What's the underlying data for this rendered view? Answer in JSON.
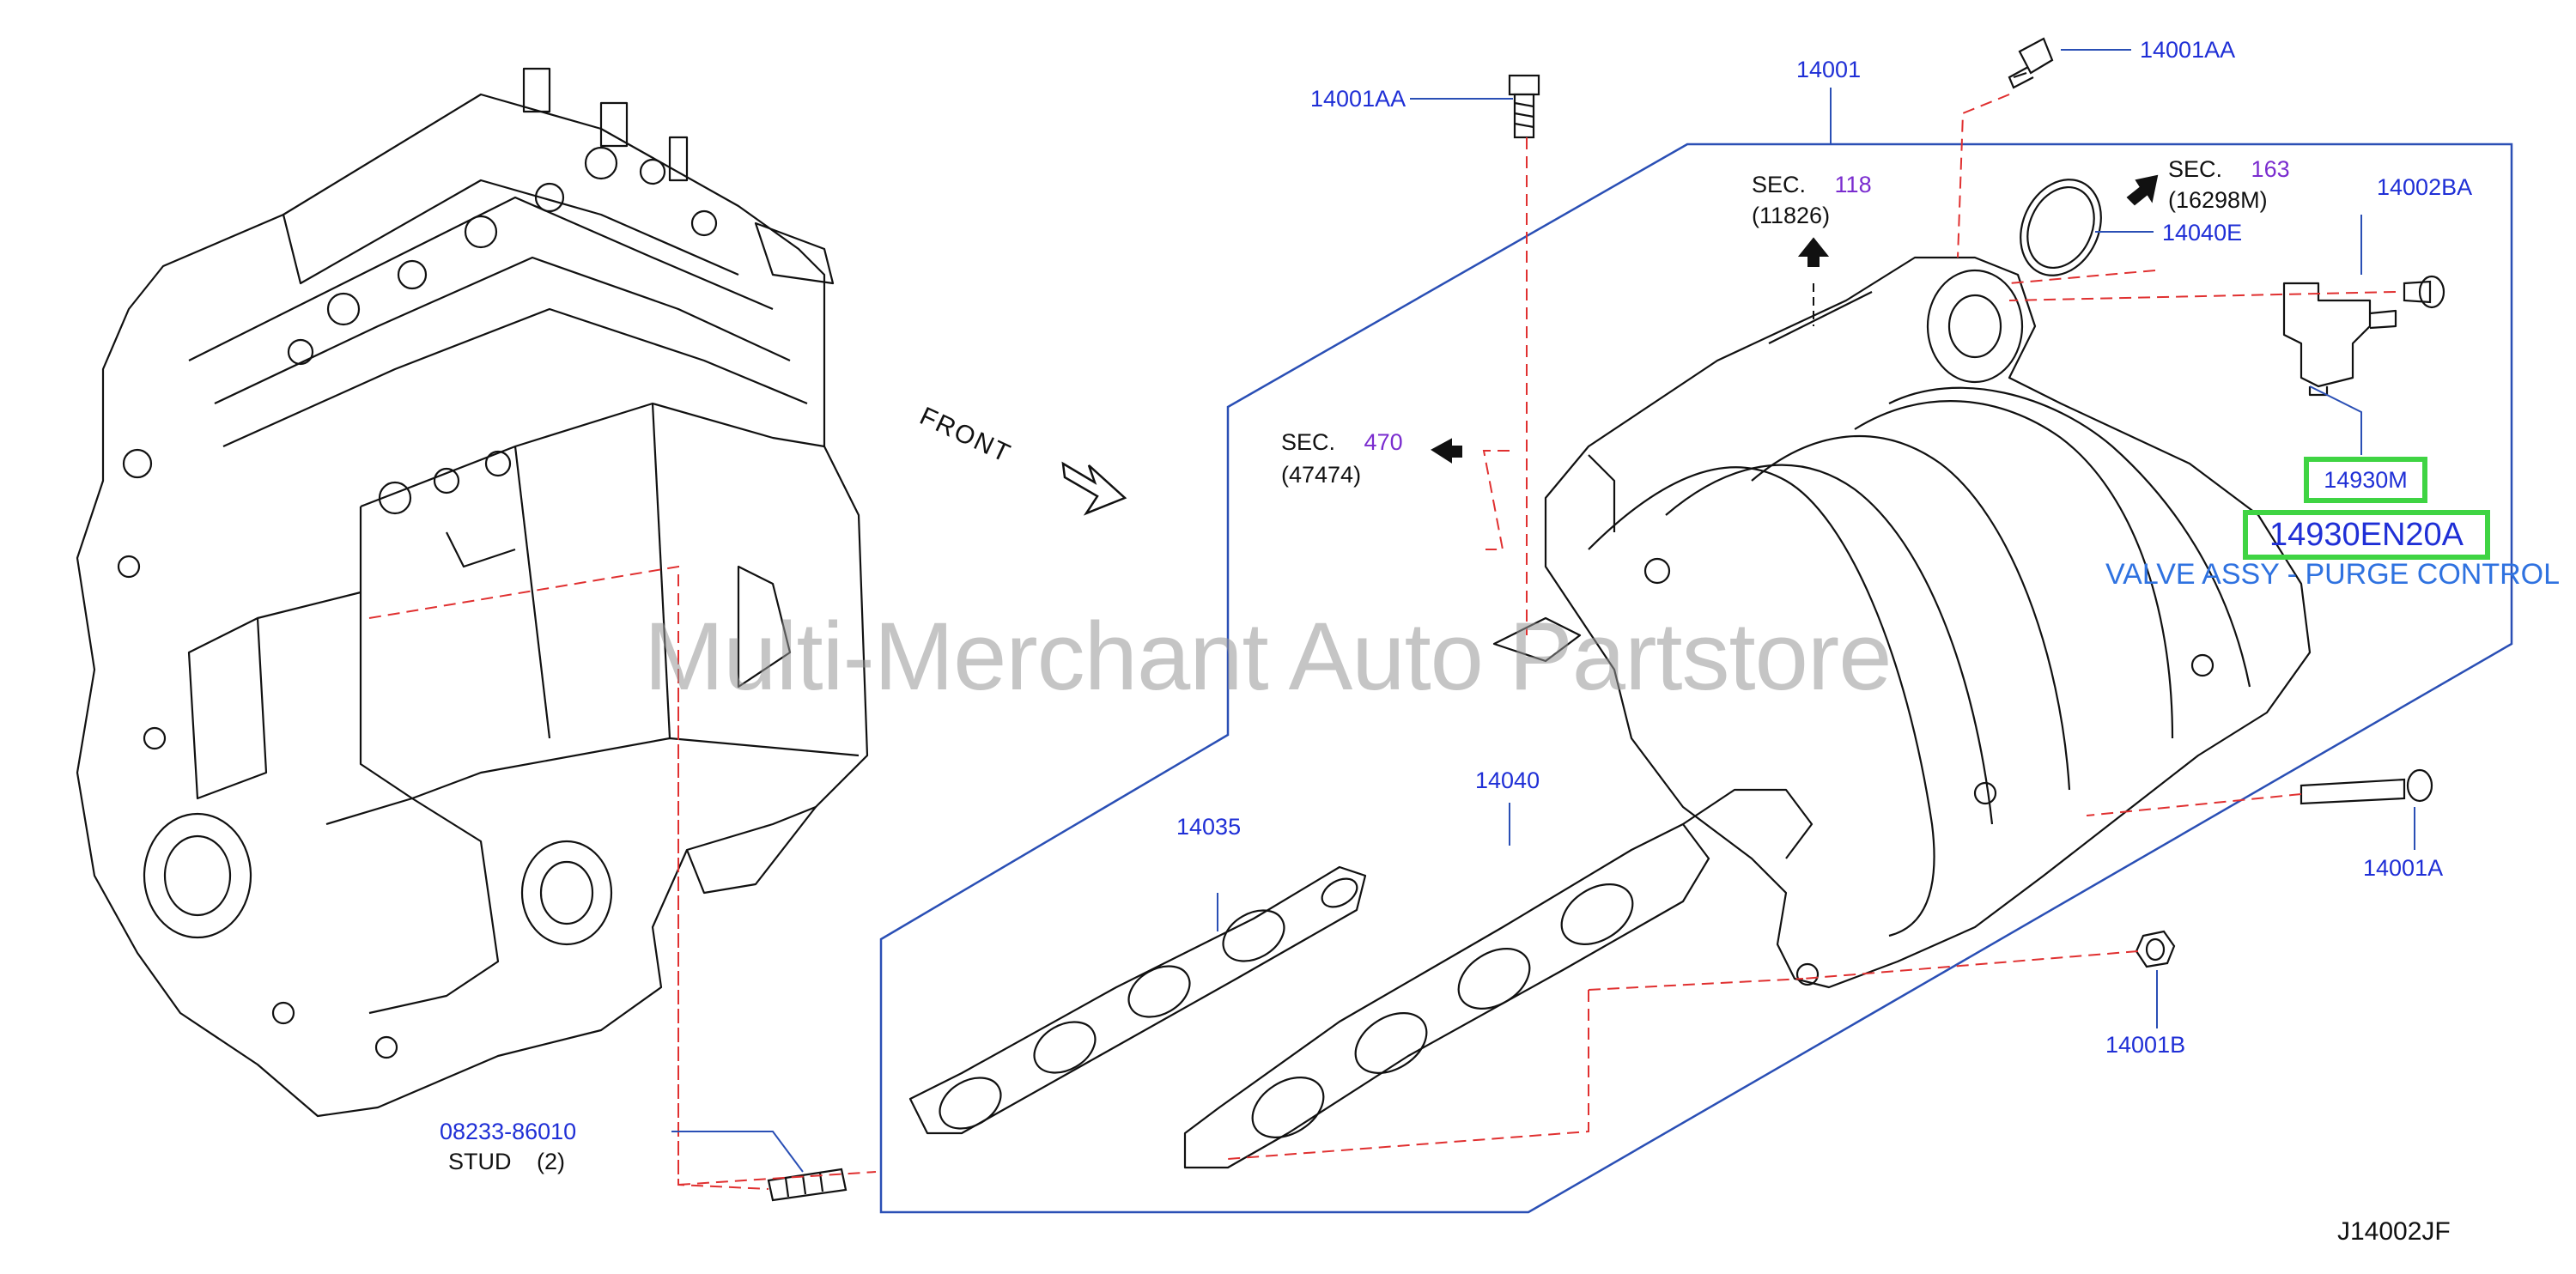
{
  "diagram": {
    "watermark": "Multi-Merchant Auto Partstore",
    "front_label": "FRONT",
    "drawing_code": "J14002JF",
    "highlight": {
      "part_ref": "14930M",
      "part_number": "14930EN20A",
      "description": "VALVE ASSY - PURGE CONTROL"
    },
    "callouts": {
      "c14001": "14001",
      "c14001AA_top": "14001AA",
      "c14001AA_left": "14001AA",
      "c14002BA": "14002BA",
      "c14040E": "14040E",
      "c14040": "14040",
      "c14035": "14035",
      "c14001A": "14001A",
      "c14001B": "14001B",
      "stud_number": "08233-86010",
      "stud_label": "STUD",
      "stud_qty": "(2)"
    },
    "sections": [
      {
        "id": "s118",
        "sec": "SEC.",
        "num": "118",
        "code": "(11826)"
      },
      {
        "id": "s163",
        "sec": "SEC.",
        "num": "163",
        "code": "(16298M)"
      },
      {
        "id": "s470",
        "sec": "SEC.",
        "num": "470",
        "code": "(47474)"
      }
    ],
    "colors": {
      "label_blue": "#1f2fd6",
      "section_purple": "#7a2ccf",
      "highlight_green": "#3fd443",
      "leader_blue": "#2a4fb5",
      "dash_red": "#e03030",
      "line_black": "#111111"
    }
  }
}
